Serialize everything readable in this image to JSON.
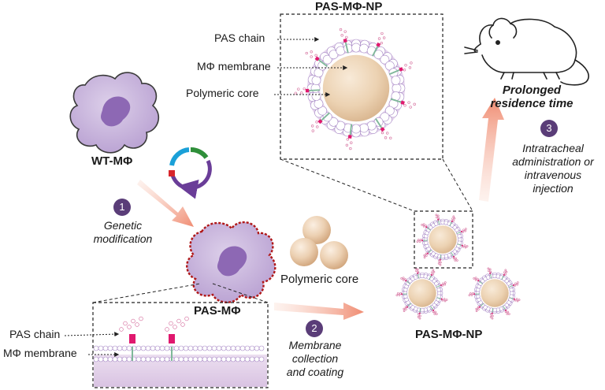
{
  "titles": {
    "top_np": "PAS-MΦ-NP",
    "wt_cell": "WT-MΦ",
    "pas_cell": "PAS-MΦ",
    "bottom_np": "PAS-MΦ-NP",
    "core_label": "Polymeric core"
  },
  "callouts_top": {
    "pas_chain": "PAS chain",
    "membrane": "MΦ membrane",
    "core": "Polymeric core"
  },
  "callouts_bottom": {
    "pas_chain": "PAS chain",
    "membrane": "MΦ membrane"
  },
  "steps": [
    {
      "number": "1",
      "line1": "Genetic",
      "line2": "modification",
      "line3": ""
    },
    {
      "number": "2",
      "line1": "Membrane",
      "line2": "collection",
      "line3": "and coating"
    },
    {
      "number": "3",
      "line1": "Intratracheal",
      "line2": "administration or",
      "line3": "intravenous",
      "line4": "injection"
    }
  ],
  "outcome": {
    "line1": "Prolonged",
    "line2": "residence time"
  },
  "colors": {
    "cell": "#c9b6dc",
    "nucleus": "#8d68b4",
    "membrane": "#d9c4e6",
    "core": "#efd9bf",
    "pas_tag": "#e0186e",
    "arrow": "#f2a58e",
    "badge": "#5a3d78",
    "accent_red": "#c0141c"
  }
}
